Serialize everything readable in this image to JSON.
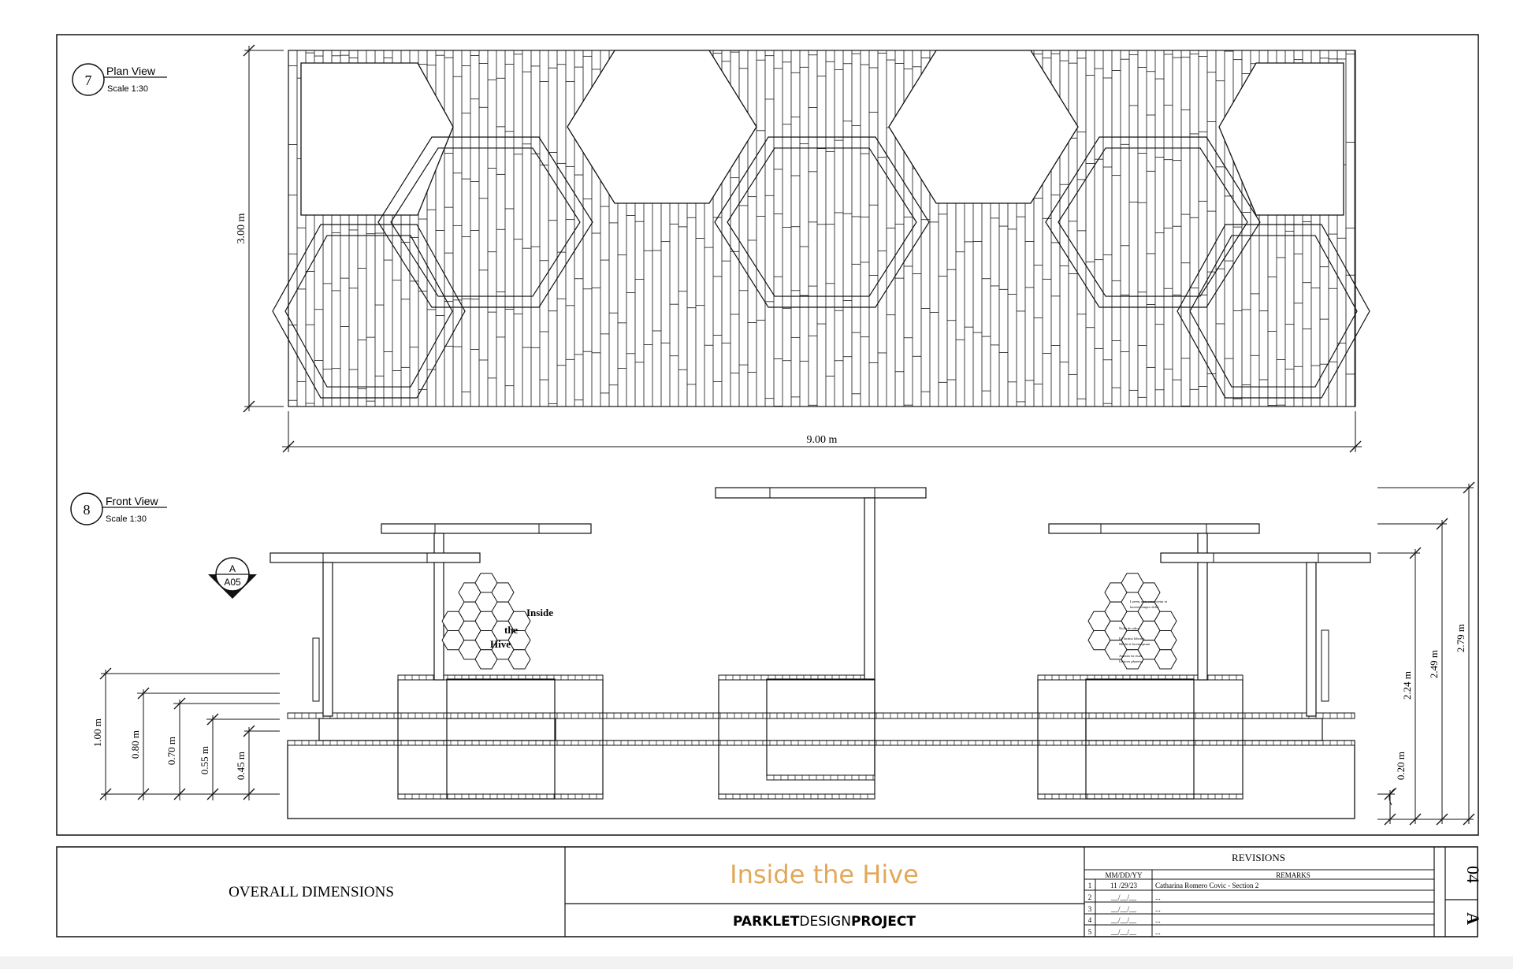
{
  "plan_view": {
    "number": "7",
    "title": "Plan View",
    "scale": "Scale 1:30",
    "dim_height": "3.00 m",
    "dim_width": "9.00 m"
  },
  "front_view": {
    "number": "8",
    "title": "Front View",
    "scale": "Scale 1:30",
    "section_marker": {
      "letter": "A",
      "sheet": "A05"
    },
    "left_dims": [
      "1.00 m",
      "0.80 m",
      "0.70 m",
      "0.55 m",
      "0.45 m"
    ],
    "right_dims": [
      "0.20 m",
      "2.24 m",
      "2.49 m",
      "2.79 m"
    ],
    "sign_left": [
      "Inside",
      "the",
      "Hive"
    ],
    "sign_right": [
      "Lorem, non consectetur et",
      "laoreet tempor dolor",
      "Nulla do odio",
      "Ut lacinia lobortis",
      "Morbi et lorem ipsum",
      "Aenean eu risus",
      "Ultrices pharetra"
    ]
  },
  "title_block": {
    "sheet_title": "OVERALL DIMENSIONS",
    "project_title": "Inside the Hive",
    "project_logo": [
      "PARKLET",
      "DESIGN",
      "PROJECT"
    ],
    "revisions_header": "REVISIONS",
    "col_date": "MM/DD/YY",
    "col_remarks": "REMARKS",
    "revisions": [
      {
        "num": "1",
        "date": "11 /29/23",
        "remark": "Catharina Romero Covic - Section 2"
      },
      {
        "num": "2",
        "date": "__/__/__",
        "remark": "..."
      },
      {
        "num": "3",
        "date": "__/__/__",
        "remark": "..."
      },
      {
        "num": "4",
        "date": "__/__/__",
        "remark": "..."
      },
      {
        "num": "5",
        "date": "__/__/__",
        "remark": "..."
      }
    ],
    "sheet_number": "04",
    "sheet_letter": "A"
  },
  "colors": {
    "accent": "#e2a85a",
    "line": "#111111"
  }
}
